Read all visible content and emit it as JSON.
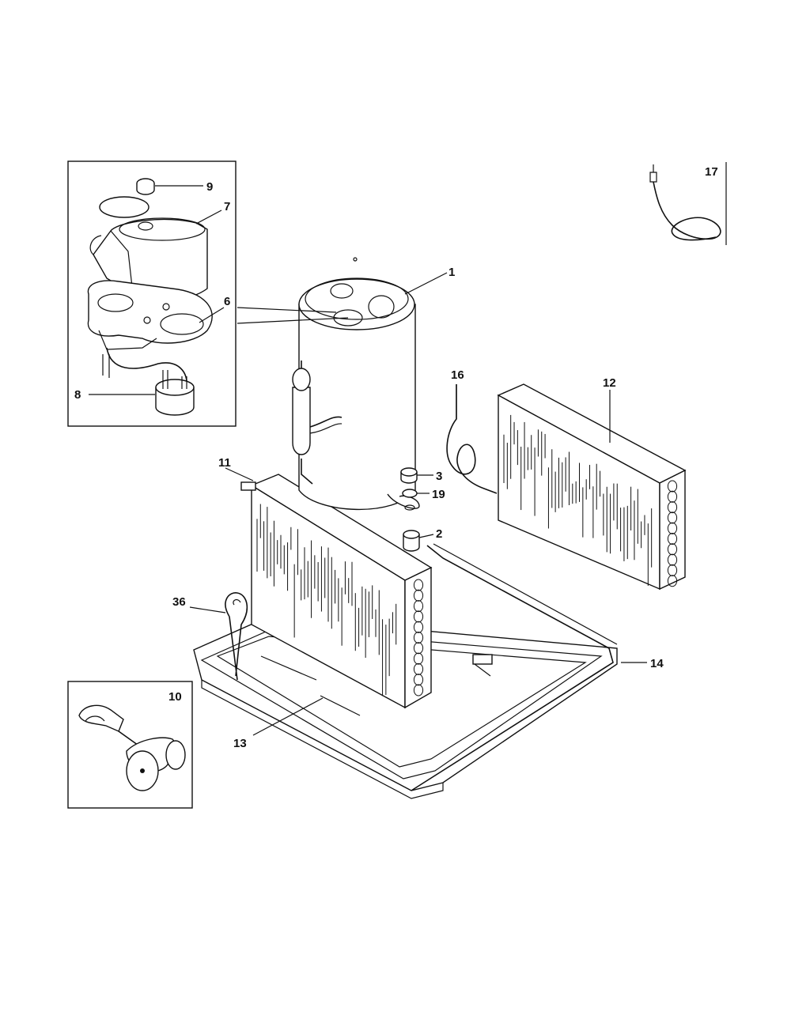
{
  "diagram": {
    "callouts": {
      "p1": "1",
      "p2": "2",
      "p3": "3",
      "p6": "6",
      "p7": "7",
      "p8": "8",
      "p9": "9",
      "p10": "10",
      "p11": "11",
      "p12": "12",
      "p13": "13",
      "p14": "14",
      "p16": "16",
      "p17": "17",
      "p19": "19",
      "p36": "36"
    }
  }
}
